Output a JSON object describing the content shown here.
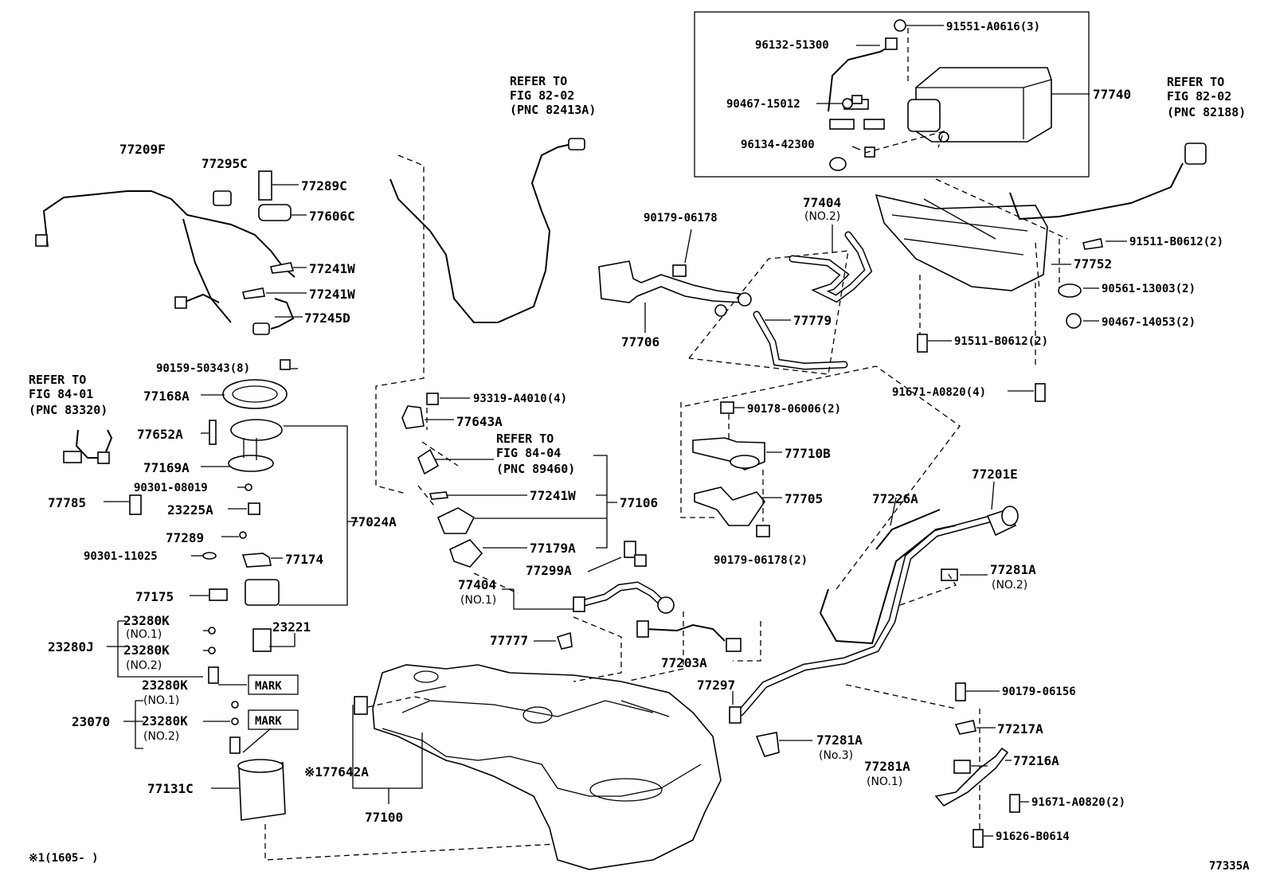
{
  "labels": {
    "p77209F": "77209F",
    "p77295C": "77295C",
    "p77289C": "77289C",
    "p77606C": "77606C",
    "p77241W_a": "77241W",
    "p77241W_b": "77241W",
    "p77245D": "77245D",
    "p90159": "90159-50343(8)",
    "p77168A": "77168A",
    "p77652A": "77652A",
    "p77169A": "77169A",
    "p90301_08019": "90301-08019",
    "p77785": "77785",
    "p23225A": "23225A",
    "p77289": "77289",
    "p90301_11025": "90301-11025",
    "p77174": "77174",
    "p77175": "77175",
    "p77024A": "77024A",
    "p23280K_1": "23280K",
    "p23280K_1sub": "(NO.1)",
    "p23280K_2": "23280K",
    "p23280K_2sub": "(NO.2)",
    "p23280J": "23280J",
    "p23221": "23221",
    "mark_1": "MARK",
    "p23280K_3": "23280K",
    "p23280K_3sub": "(NO.1)",
    "p23070": "23070",
    "p23280K_4": "23280K",
    "p23280K_4sub": "(NO.2)",
    "mark_2": "MARK",
    "p77131C": "77131C",
    "p177642A": "※177642A",
    "p77100": "77100",
    "p93319": "93319-A4010(4)",
    "p77643A": "77643A",
    "p77241W_c": "77241W",
    "p77106": "77106",
    "p77179A": "77179A",
    "p77404_1": "77404",
    "p77404_1sub": "(NO.1)",
    "p77299A": "77299A",
    "p77777": "77777",
    "p77203A": "77203A",
    "p77297": "77297",
    "p77281A_3": "77281A",
    "p77281A_3sub": "(No.3)",
    "p90179_06178": "90179-06178",
    "p77706": "77706",
    "p77404_2": "77404",
    "p77404_2sub": "(NO.2)",
    "p77779": "77779",
    "p90178": "90178-06006(2)",
    "p77710B": "77710B",
    "p77705": "77705",
    "p90179_06178_2": "90179-06178(2)",
    "p77226A": "77226A",
    "p77201E": "77201E",
    "p77281A_2": "77281A",
    "p77281A_2sub": "(NO.2)",
    "p96132": "96132-51300",
    "p91551": "91551-A0616(3)",
    "p90467_15012": "90467-15012",
    "p96134": "96134-42300",
    "p77740": "77740",
    "p91511_a": "91511-B0612(2)",
    "p77752": "77752",
    "p90561": "90561-13003(2)",
    "p90467_14053": "90467-14053(2)",
    "p91511_b": "91511-B0612(2)",
    "p91671_4": "91671-A0820(4)",
    "p90179_06156": "90179-06156",
    "p77217A": "77217A",
    "p77281A_1": "77281A",
    "p77281A_1sub": "(NO.1)",
    "p77216A": "77216A",
    "p91671_2": "91671-A0820(2)",
    "p91626": "91626-B0614",
    "footnote": "※1(1605-    )",
    "figure_id": "77335A"
  },
  "references": {
    "ref_82413A": [
      "REFER TO",
      "FIG 82-02",
      "(PNC 82413A)"
    ],
    "ref_82188": [
      "REFER TO",
      "FIG 82-02",
      "(PNC 82188)"
    ],
    "ref_83320": [
      "REFER TO",
      "FIG 84-01",
      "(PNC 83320)"
    ],
    "ref_89460": [
      "REFER TO",
      "FIG 84-04",
      "(PNC 89460)"
    ]
  }
}
